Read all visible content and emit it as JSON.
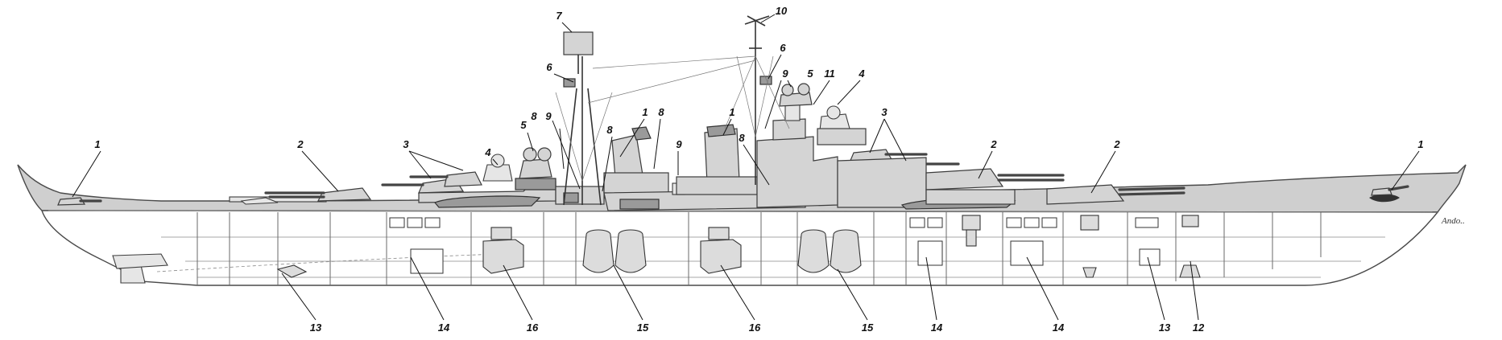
{
  "diagram": {
    "callouts": [
      {
        "id": "c1-bow",
        "label": "1"
      },
      {
        "id": "c2-fwd",
        "label": "2"
      },
      {
        "id": "c3-fwd",
        "label": "3"
      },
      {
        "id": "c4-fwd",
        "label": "4"
      },
      {
        "id": "c5-fwd",
        "label": "5"
      },
      {
        "id": "c8-a",
        "label": "8"
      },
      {
        "id": "c9-a",
        "label": "9"
      },
      {
        "id": "c6-mainmast",
        "label": "6"
      },
      {
        "id": "c7",
        "label": "7"
      },
      {
        "id": "c8-b",
        "label": "8"
      },
      {
        "id": "c1-funnel-a",
        "label": "1"
      },
      {
        "id": "c8-c",
        "label": "8"
      },
      {
        "id": "c9-b",
        "label": "9"
      },
      {
        "id": "c1-funnel-b",
        "label": "1"
      },
      {
        "id": "c8-d",
        "label": "8"
      },
      {
        "id": "c10",
        "label": "10"
      },
      {
        "id": "c6-foremast",
        "label": "6"
      },
      {
        "id": "c9-c",
        "label": "9"
      },
      {
        "id": "c5-aft",
        "label": "5"
      },
      {
        "id": "c11",
        "label": "11"
      },
      {
        "id": "c4-aft",
        "label": "4"
      },
      {
        "id": "c3-aft",
        "label": "3"
      },
      {
        "id": "c2-aft-a",
        "label": "2"
      },
      {
        "id": "c2-aft-b",
        "label": "2"
      },
      {
        "id": "c1-stern",
        "label": "1"
      },
      {
        "id": "c13-a",
        "label": "13"
      },
      {
        "id": "c14-a",
        "label": "14"
      },
      {
        "id": "c16-a",
        "label": "16"
      },
      {
        "id": "c15-a",
        "label": "15"
      },
      {
        "id": "c16-b",
        "label": "16"
      },
      {
        "id": "c15-b",
        "label": "15"
      },
      {
        "id": "c14-b",
        "label": "14"
      },
      {
        "id": "c14-c",
        "label": "14"
      },
      {
        "id": "c13-b",
        "label": "13"
      },
      {
        "id": "c12",
        "label": "12"
      }
    ],
    "signature": "Ando.."
  }
}
